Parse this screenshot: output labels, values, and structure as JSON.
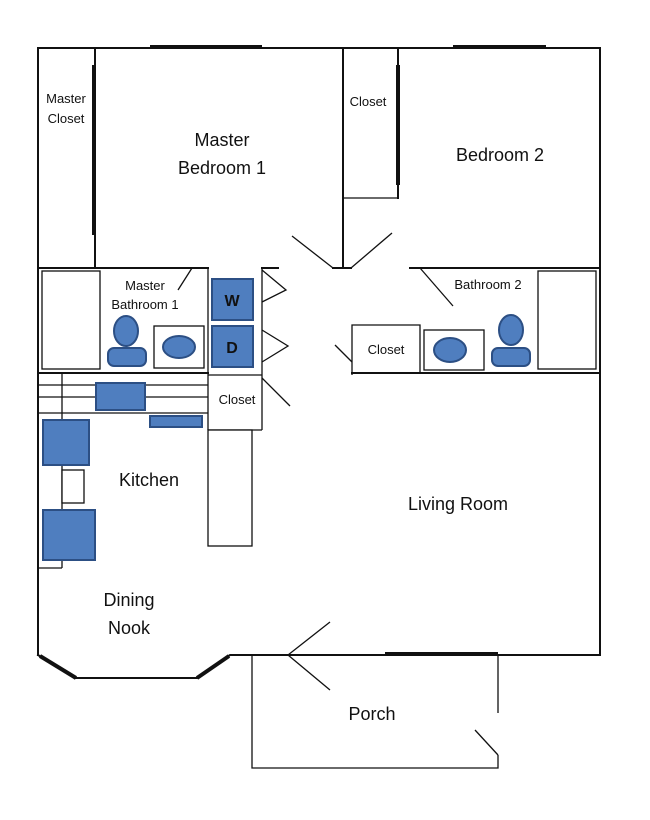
{
  "rooms": {
    "master_closet": [
      "Master",
      "Closet"
    ],
    "master_bedroom": [
      "Master",
      "Bedroom 1"
    ],
    "closet_top": "Closet",
    "bedroom2": "Bedroom 2",
    "master_bath": [
      "Master",
      "Bathroom 1"
    ],
    "bathroom2": "Bathroom 2",
    "closet_hall": "Closet",
    "closet_laundry": "Closet",
    "kitchen": "Kitchen",
    "living_room": "Living Room",
    "dining_nook": [
      "Dining",
      "Nook"
    ],
    "porch": "Porch"
  },
  "appliances": {
    "washer": "W",
    "dryer": "D"
  },
  "colors": {
    "fixture_fill": "#4f7ebf",
    "fixture_stroke": "#2c4f84",
    "wall": "#111111"
  }
}
